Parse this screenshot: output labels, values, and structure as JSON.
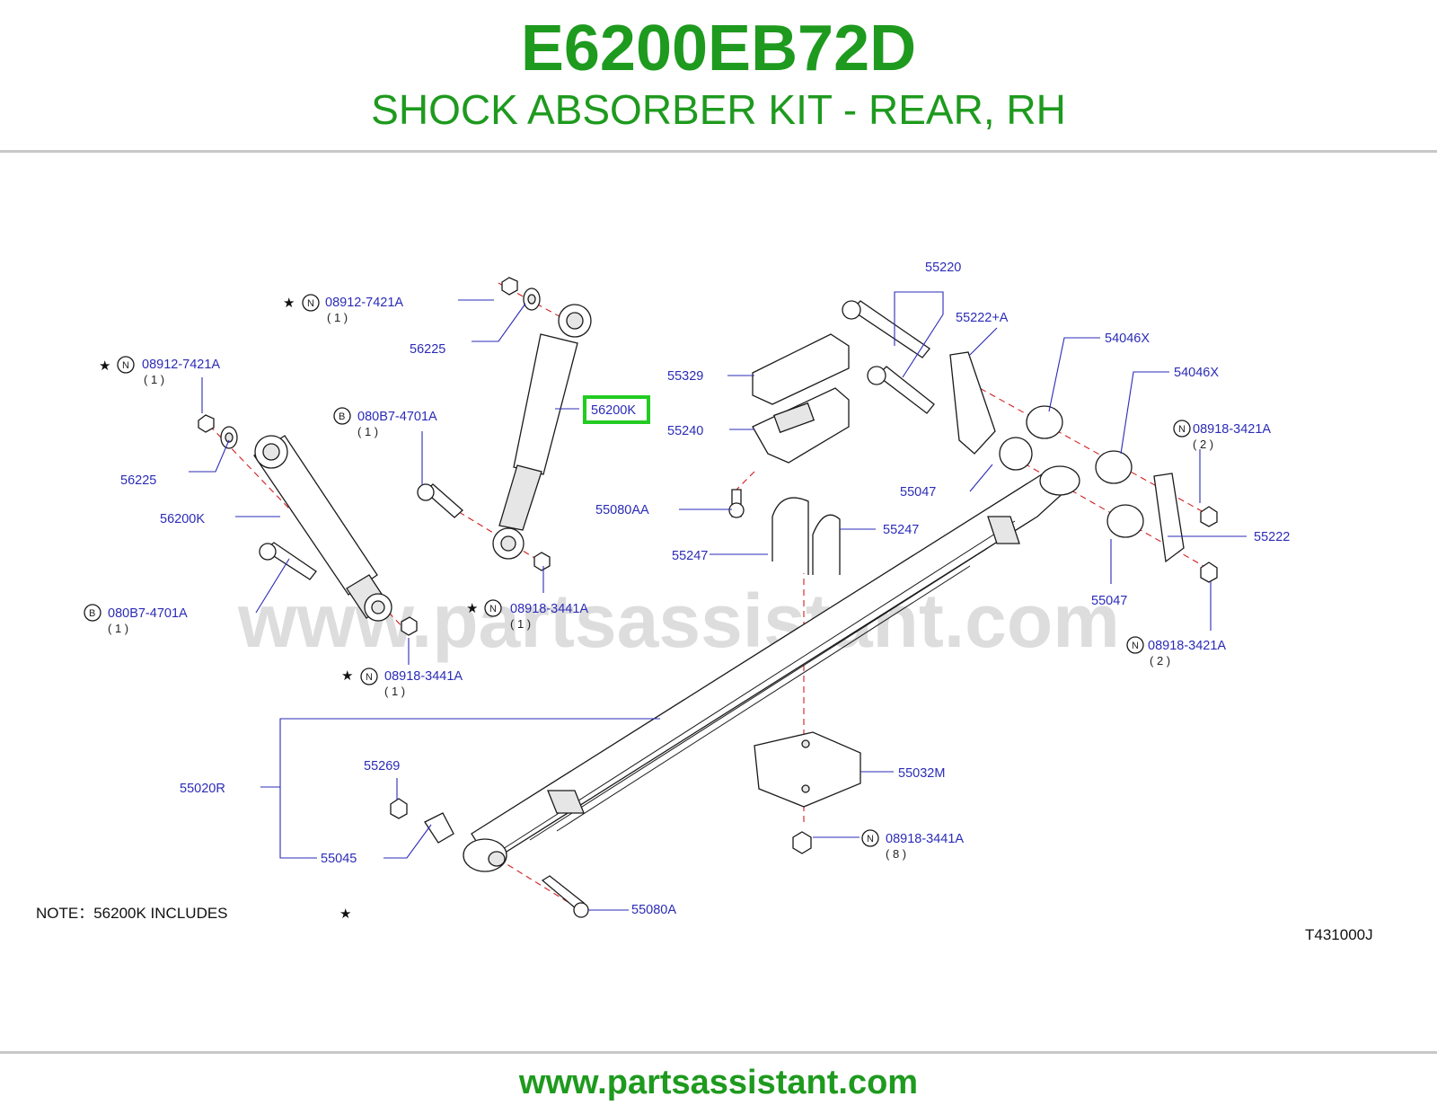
{
  "header": {
    "part_number": "E6200EB72D",
    "title": "SHOCK ABSORBER KIT - REAR, RH"
  },
  "diagram": {
    "labels": {
      "l55220": "55220",
      "l55222A": "55222+A",
      "l54046X_1": "54046X",
      "l54046X_2": "54046X",
      "l08918_3421A_top": "08918-3421A",
      "l08918_3421A_top_qty": "( 2 )",
      "l08918_3421A_bot": "08918-3421A",
      "l08918_3421A_bot_qty": "( 2 )",
      "l55222": "55222",
      "l55047_1": "55047",
      "l55047_2": "55047",
      "l55329": "55329",
      "l55240": "55240",
      "l55080AA": "55080AA",
      "l55247_1": "55247",
      "l55247_2": "55247",
      "l08912_7421A_1": "08912-7421A",
      "l08912_7421A_1_qty": "( 1 )",
      "l08912_7421A_2": "08912-7421A",
      "l08912_7421A_2_qty": "( 1 )",
      "l56225_1": "56225",
      "l56225_2": "56225",
      "l56200K_hl": "56200K",
      "l56200K": "56200K",
      "l080B7_4701A_1": "080B7-4701A",
      "l080B7_4701A_1_qty": "( 1 )",
      "l080B7_4701A_2": "080B7-4701A",
      "l080B7_4701A_2_qty": "( 1 )",
      "l08918_3441A_1": "08918-3441A",
      "l08918_3441A_1_qty": "( 1 )",
      "l08918_3441A_2": "08918-3441A",
      "l08918_3441A_2_qty": "( 1 )",
      "l08918_3441A_3": "08918-3441A",
      "l08918_3441A_3_qty": "( 8 )",
      "l55020R": "55020R",
      "l55269": "55269",
      "l55045": "55045",
      "l55032M": "55032M",
      "l55080A": "55080A"
    },
    "marks": {
      "n": "N",
      "b": "B",
      "star": "★"
    },
    "note": {
      "text": "NOTE：56200K   INCLUDES",
      "star": "★"
    },
    "code": "T431000J",
    "watermark": "www.partsassistant.com",
    "highlight_color": "#22cc22"
  },
  "footer": {
    "url": "www.partsassistant.com"
  }
}
